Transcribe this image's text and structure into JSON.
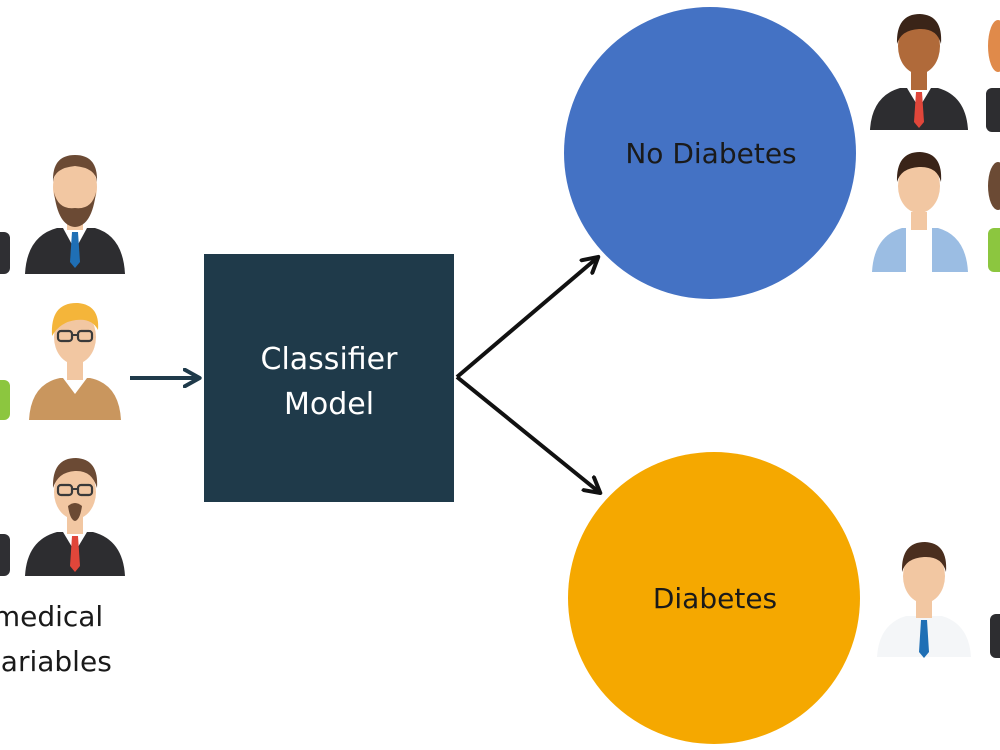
{
  "input_caption": {
    "line1": "medical",
    "line2": "variables"
  },
  "classifier": {
    "line1": "Classifier",
    "line2": "Model",
    "color": "#1f3a4a"
  },
  "outputs": {
    "no_diabetes": {
      "label": "No Diabetes",
      "color": "#4472c4"
    },
    "diabetes": {
      "label": "Diabetes",
      "color": "#f5a800"
    }
  },
  "arrow_color": "#111111",
  "input_arrow_color": "#1f3a4a",
  "people_icons": {
    "input_group": [
      "person-beard-icon",
      "person-glasses-blond-icon",
      "person-glasses-goatee-icon"
    ],
    "no_diabetes_group": [
      "person-dark-skin-icon",
      "person-casual-icon"
    ],
    "diabetes_group": [
      "person-white-shirt-icon"
    ]
  }
}
